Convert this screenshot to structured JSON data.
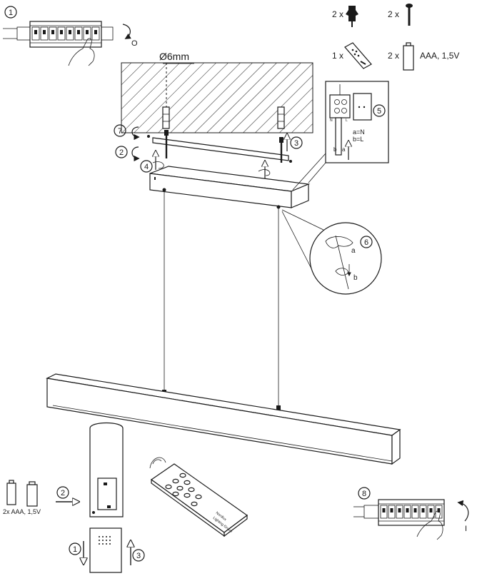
{
  "steps": [
    "1",
    "2",
    "3",
    "4",
    "5",
    "6",
    "7",
    "8"
  ],
  "switch_off_label": "O",
  "switch_on_label": "I",
  "drill_label": "Ø6mm",
  "parts": {
    "dowel_qty": "2 x",
    "screw_qty": "2 x",
    "remote_qty": "1 x",
    "battery_qty": "2 x",
    "battery_spec": "AAA, 1,5V"
  },
  "terminal": {
    "legend_a": "a=N",
    "legend_b": "b=L",
    "wire_b": "b",
    "wire_a": "a",
    "block_n": "N",
    "block_l": "L"
  },
  "cable_detail": {
    "label_a": "a",
    "label_b": "b"
  },
  "remote_battery_spec": "2x AAA, 1,5V",
  "remote_brand_line1": "Nordlux",
  "remote_brand_line2": "Lighting Group",
  "icons": [
    "circuit-breaker-icon",
    "rotate-arrow-icon",
    "hand-icon",
    "wall-dowel-icon",
    "screw-icon",
    "remote-control-icon",
    "battery-icon",
    "arrow-icon"
  ]
}
